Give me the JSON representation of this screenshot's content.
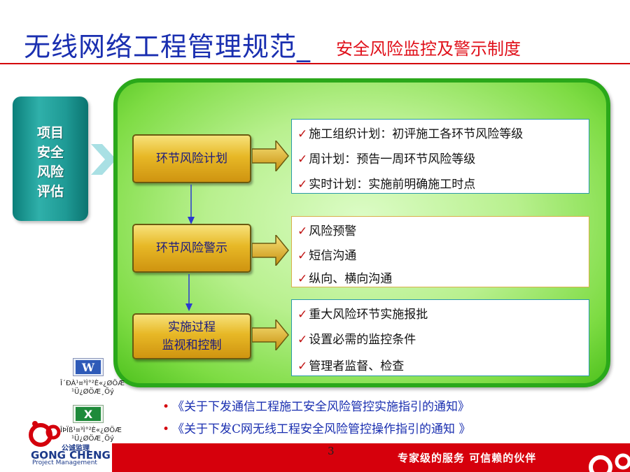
{
  "header": {
    "title": "无线网络工程管理规范_",
    "subtitle": "安全风险监控及警示制度"
  },
  "left_panel": {
    "lines": [
      "项目",
      "安全",
      "风险",
      "评估"
    ]
  },
  "steps": [
    {
      "label": "环节风险计划",
      "items": [
        "施工组织计划：初评施工各环节风险等级",
        "周计划：预告一周环节风险等级",
        "实时计划：实施前明确施工时点"
      ]
    },
    {
      "label": "环节风险警示",
      "items": [
        "风险预警",
        "短信沟通",
        "纵向、横向沟通"
      ]
    },
    {
      "label_lines": [
        "实施过程",
        "监视和控制"
      ],
      "items": [
        "重大风险环节实施报批",
        "设置必需的监控条件",
        "管理者监督、检查"
      ]
    }
  ],
  "attachments": [
    {
      "icon": "word-document-icon",
      "label_lines": [
        "Î´ÐÀ¹¤³Ì°²È«¿ØÖÆ",
        "¹Ü¿ØÖÆ¸Õý"
      ]
    },
    {
      "icon": "excel-document-icon",
      "label_lines": [
        "ÎÞÏß¹¤³Ì°²È«¿ØÖÆ",
        "¹Ü¿ØÖÆ¸Õý"
      ]
    }
  ],
  "notices": [
    "《关于下发通信工程施工安全风险管控实施指引的通知》",
    "《关于下发C网无线工程安全风险管控操作指引的通知 》"
  ],
  "footer": {
    "page_number": "3",
    "slogan": "专家级的服务  可信赖的伙伴",
    "logo_name": "GONG CHENG",
    "logo_sub": "Project Management",
    "logo_cn": "公诚监理"
  },
  "colors": {
    "title_blue": "#1a2fb0",
    "accent_red": "#d4000c",
    "panel_green": "#2aa81a",
    "teal": "#1f9a95",
    "gold": "#e7b826"
  }
}
